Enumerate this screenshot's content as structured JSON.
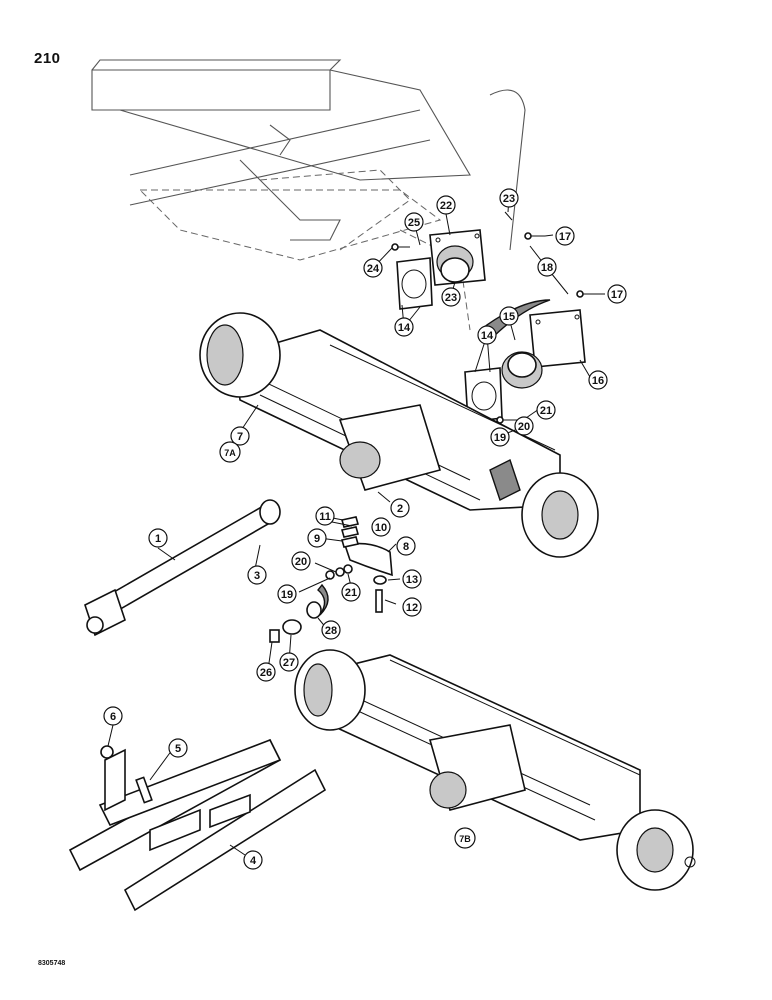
{
  "page_number": "210",
  "drawing_number": "8305748",
  "callouts": [
    {
      "label": "1"
    },
    {
      "label": "2"
    },
    {
      "label": "3"
    },
    {
      "label": "4"
    },
    {
      "label": "5"
    },
    {
      "label": "6"
    },
    {
      "label": "7"
    },
    {
      "label": "7A"
    },
    {
      "label": "7B"
    },
    {
      "label": "8"
    },
    {
      "label": "9"
    },
    {
      "label": "10"
    },
    {
      "label": "11"
    },
    {
      "label": "12"
    },
    {
      "label": "13"
    },
    {
      "label": "14"
    },
    {
      "label": "14"
    },
    {
      "label": "15"
    },
    {
      "label": "16"
    },
    {
      "label": "17"
    },
    {
      "label": "17"
    },
    {
      "label": "18"
    },
    {
      "label": "19"
    },
    {
      "label": "19"
    },
    {
      "label": "20"
    },
    {
      "label": "20"
    },
    {
      "label": "21"
    },
    {
      "label": "21"
    },
    {
      "label": "22"
    },
    {
      "label": "23"
    },
    {
      "label": "23"
    },
    {
      "label": "24"
    },
    {
      "label": "25"
    },
    {
      "label": "26"
    },
    {
      "label": "27"
    },
    {
      "label": "28"
    }
  ]
}
